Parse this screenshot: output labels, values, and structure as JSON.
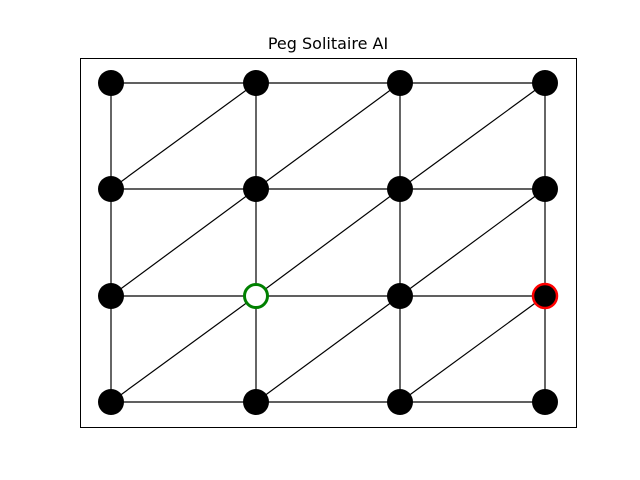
{
  "title": "Peg Solitaire AI",
  "board": {
    "columns": 4,
    "rows": 4,
    "holes": [
      {
        "row": 0,
        "col": 0,
        "state": "peg"
      },
      {
        "row": 0,
        "col": 1,
        "state": "peg"
      },
      {
        "row": 0,
        "col": 2,
        "state": "peg"
      },
      {
        "row": 0,
        "col": 3,
        "state": "peg"
      },
      {
        "row": 1,
        "col": 0,
        "state": "peg"
      },
      {
        "row": 1,
        "col": 1,
        "state": "peg"
      },
      {
        "row": 1,
        "col": 2,
        "state": "peg"
      },
      {
        "row": 1,
        "col": 3,
        "state": "peg"
      },
      {
        "row": 2,
        "col": 0,
        "state": "peg"
      },
      {
        "row": 2,
        "col": 1,
        "state": "empty-target"
      },
      {
        "row": 2,
        "col": 2,
        "state": "peg"
      },
      {
        "row": 2,
        "col": 3,
        "state": "selected"
      },
      {
        "row": 3,
        "col": 0,
        "state": "peg"
      },
      {
        "row": 3,
        "col": 1,
        "state": "peg"
      },
      {
        "row": 3,
        "col": 2,
        "state": "peg"
      },
      {
        "row": 3,
        "col": 3,
        "state": "peg"
      }
    ]
  },
  "colors": {
    "peg": "#000000",
    "line": "#000000",
    "empty_fill": "#ffffff",
    "target_outline": "#008000",
    "selected_outline": "#ff0000",
    "frame": "#000000",
    "background": "#ffffff"
  }
}
